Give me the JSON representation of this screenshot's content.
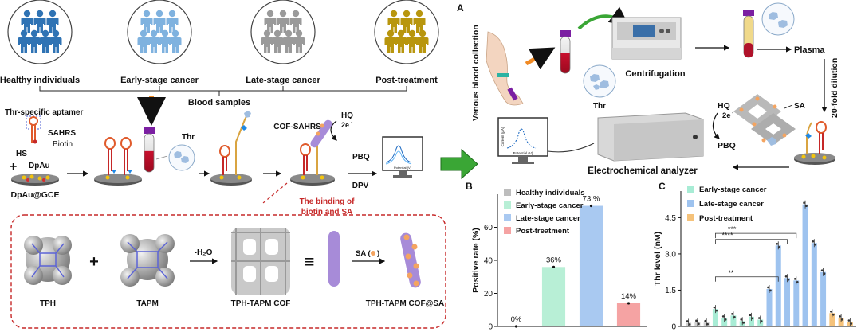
{
  "groups": [
    {
      "label": "Healthy individuals",
      "color": "#2f73b4"
    },
    {
      "label": "Early-stage cancer",
      "color": "#7fb2df"
    },
    {
      "label": "Late-stage cancer",
      "color": "#9a9a9a"
    },
    {
      "label": "Post-treatment",
      "color": "#b8960e"
    }
  ],
  "left": {
    "blood_samples": "Blood samples",
    "aptamer": "Thr-specific aptamer",
    "sahrs": "SAHRS",
    "biotin": "Biotin",
    "hs": "HS",
    "plus": "+",
    "dpau": "DpAu",
    "electrode": "DpAu@GCE",
    "thr": "Thr",
    "cof_sahrs": "COF-SAHRS",
    "hq": "HQ",
    "two_e": "2e",
    "pbq": "PBQ",
    "dpv": "DPV",
    "binding_line1": "The binding of",
    "binding_line2": "biotin and SA",
    "monitor_ylabel": "Current (μA)",
    "monitor_xlabel": "Potential (V)"
  },
  "synthesis": {
    "tph": "TPH",
    "tapm": "TAPM",
    "minus_water": "-H₂O",
    "cof": "TPH-TAPM COF",
    "sa": "SA (",
    "sa_close": ")",
    "cof_sa": "TPH-TAPM COF@SA",
    "equiv": "≡"
  },
  "panelA": {
    "letter": "A",
    "venous": "Venous blood collection",
    "centrifugation": "Centrifugation",
    "thr": "Thr",
    "plasma": "Plasma",
    "dilution": "20-fold dilution",
    "hq": "HQ",
    "two_e": "2e",
    "sa": "SA",
    "pbq": "PBQ",
    "analyzer": "Electrochemical analyzer",
    "monitor_ylabel": "Current (μA)",
    "monitor_xlabel": "Potential (V)"
  },
  "chart_data": [
    {
      "panel": "B",
      "type": "bar",
      "ylabel": "Positive rate (%)",
      "ylim": [
        0,
        80
      ],
      "yticks": [
        0,
        20,
        40,
        60
      ],
      "categories": [
        "Healthy individuals",
        "Early-stage cancer",
        "Late-stage cancer",
        "Post-treatment"
      ],
      "values": [
        0,
        36,
        73,
        14
      ],
      "data_labels": [
        "0%",
        "36%",
        "73 %",
        "14%"
      ],
      "colors": [
        "#bdbdbd",
        "#b8efd6",
        "#a9c9f1",
        "#f5a3a3"
      ],
      "legend": [
        "Healthy individuals",
        "Early-stage cancer",
        "Late-stage cancer",
        "Post-treatment"
      ]
    },
    {
      "panel": "C",
      "type": "bar",
      "ylabel": "Thr level (nM)",
      "ylim": [
        0,
        5.6
      ],
      "yticks": [
        "0",
        "1.5",
        "3.0",
        "4.5"
      ],
      "legend": [
        "Early-stage cancer",
        "Late-stage cancer",
        "Post-treatment"
      ],
      "series": [
        {
          "name": "Healthy individuals",
          "values": [
            0.15,
            0.17,
            0.16
          ]
        },
        {
          "name": "Early-stage cancer",
          "values": [
            0.72,
            0.35,
            0.45,
            0.22,
            0.4,
            0.28
          ]
        },
        {
          "name": "Late-stage cancer",
          "values": [
            1.55,
            3.35,
            2.0,
            1.9,
            5.05,
            3.45,
            2.25
          ]
        },
        {
          "name": "Post-treatment",
          "values": [
            0.55,
            0.35,
            0.18
          ]
        }
      ],
      "significance": [
        "**",
        "****",
        "***"
      ]
    }
  ]
}
